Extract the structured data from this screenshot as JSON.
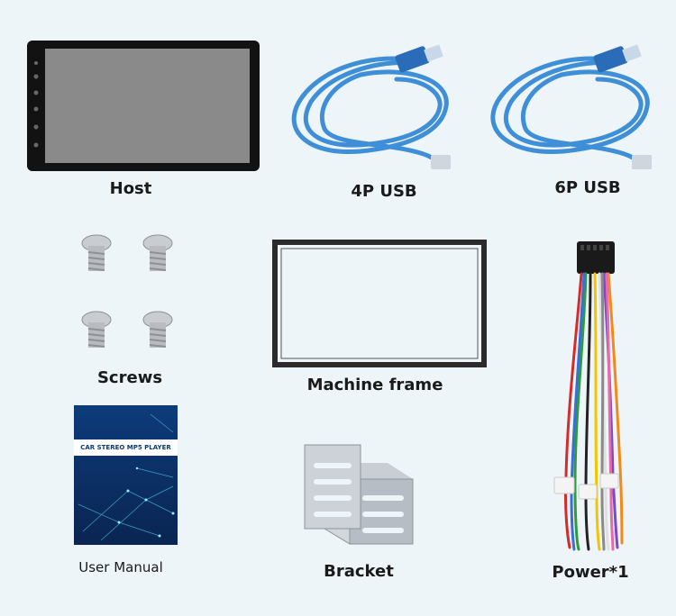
{
  "labels": {
    "host": "Host",
    "usb4": "4P USB",
    "usb6": "6P USB",
    "screws": "Screws",
    "frame": "Machine frame",
    "manual": "User Manual",
    "bracket": "Bracket",
    "power": "Power*1"
  },
  "manual_cover_title": "CAR STEREO MP5 PLAYER",
  "colors": {
    "background": "#eef5f8",
    "usb_cable": "#3f8fd8",
    "manual_cover": "#0d3b7a",
    "frame": "#2b2b2b"
  }
}
